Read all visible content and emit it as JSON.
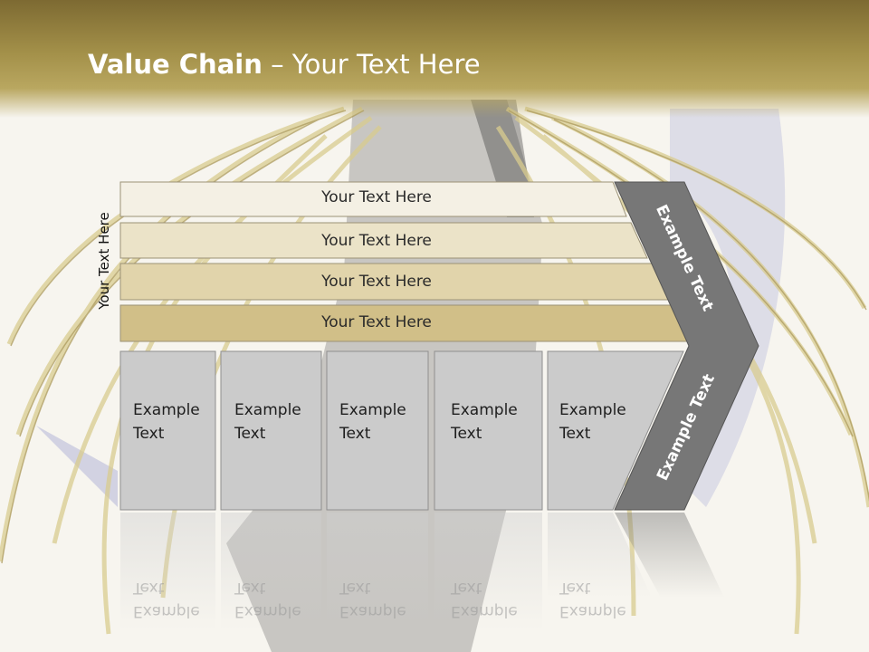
{
  "slide": {
    "title_bold": "Value Chain",
    "title_rest": " – Your Text Here"
  },
  "side_label": "Your Text Here",
  "bars": [
    {
      "label": "Your Text Here",
      "color": "#f4f0e4"
    },
    {
      "label": "Your Text Here",
      "color": "#ebe3c8"
    },
    {
      "label": "Your Text Here",
      "color": "#e1d4ab"
    },
    {
      "label": "Your Text Here",
      "color": "#d1bf88"
    }
  ],
  "columns": [
    {
      "line1": "Example",
      "line2": "Text"
    },
    {
      "line1": "Example",
      "line2": "Text"
    },
    {
      "line1": "Example",
      "line2": "Text"
    },
    {
      "line1": "Example",
      "line2": "Text"
    },
    {
      "line1": "Example",
      "line2": "Text"
    }
  ],
  "chevron": {
    "upper_label": "Example Text",
    "lower_label": "Example Text",
    "color": "#777777"
  },
  "colors": {
    "header_dark": "#7d6a32",
    "header_light": "#b9a760",
    "column_fill": "#cbcbcb"
  }
}
